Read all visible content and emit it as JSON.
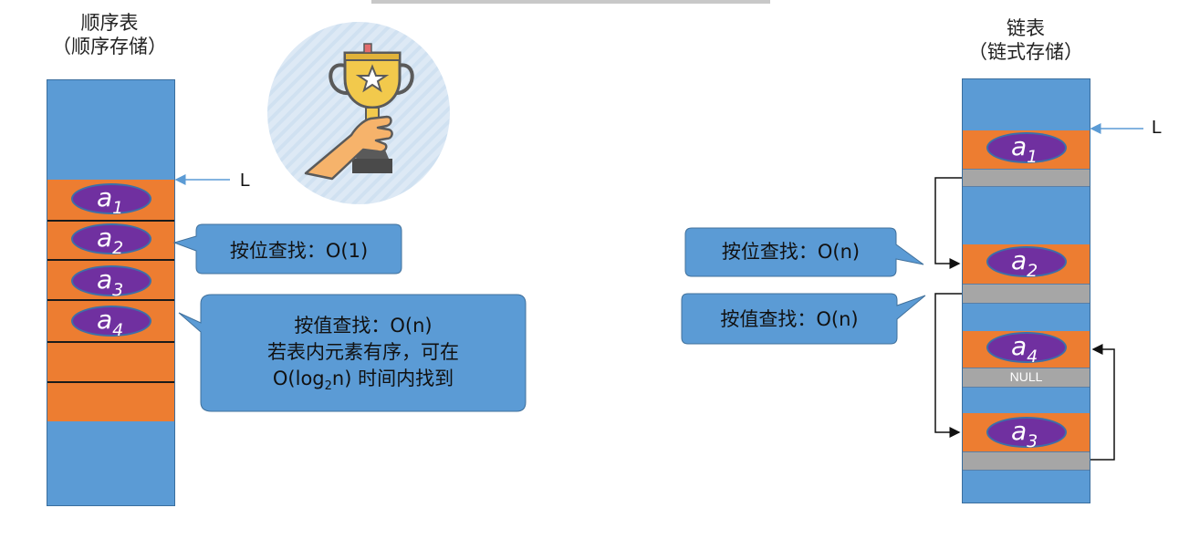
{
  "left": {
    "title_line1": "顺序表",
    "title_line2": "（顺序存储）",
    "pointer_label": "L",
    "elements": [
      {
        "base": "a",
        "sub": "1"
      },
      {
        "base": "a",
        "sub": "2"
      },
      {
        "base": "a",
        "sub": "3"
      },
      {
        "base": "a",
        "sub": "4"
      }
    ],
    "callout_position": "按位查找：O(1)",
    "callout_value": {
      "line1": "按值查找：O(n)",
      "line2": "若表内元素有序，可在",
      "line3_pre": "O(log",
      "line3_sub": "2",
      "line3_post": "n) 时间内找到"
    }
  },
  "right": {
    "title_line1": "链表",
    "title_line2": "（链式存储）",
    "pointer_label": "L",
    "nodes": [
      {
        "base": "a",
        "sub": "1"
      },
      {
        "base": "a",
        "sub": "2"
      },
      {
        "base": "a",
        "sub": "4"
      },
      {
        "base": "a",
        "sub": "3"
      }
    ],
    "null_label": "NULL",
    "callout_position": "按位查找：O(n)",
    "callout_value": "按值查找：O(n)"
  },
  "icon": "trophy-in-hand-icon",
  "colors": {
    "memory_blue": "#5b9bd5",
    "element_orange": "#ed7d31",
    "element_purple": "#7030a0",
    "pointer_gray": "#a6a6a6",
    "callout_blue": "#5b9bd5"
  }
}
